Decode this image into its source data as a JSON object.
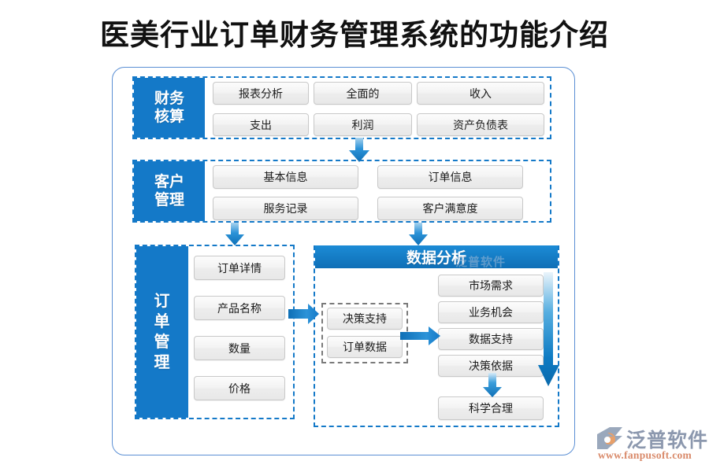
{
  "title": "医美行业订单财务管理系统的功能介绍",
  "sections": [
    {
      "key": "finance",
      "label": "财务",
      "label2": "核算",
      "items": [
        "报表分析",
        "全面的",
        "收入",
        "支出",
        "利润",
        "资产负债表"
      ]
    },
    {
      "key": "customer",
      "label": "客户",
      "label2": "管理",
      "items": [
        "基本信息",
        "订单信息",
        "服务记录",
        "客户满意度"
      ]
    },
    {
      "key": "order",
      "label": "订单管理",
      "chars": [
        "订",
        "单",
        "管",
        "理"
      ],
      "items": [
        "订单详情",
        "产品名称",
        "数量",
        "价格"
      ]
    }
  ],
  "analysis": {
    "header": "数据分析",
    "inputs": [
      "决策支持",
      "订单数据"
    ],
    "outputs": [
      "市场需求",
      "业务机会",
      "数据支持",
      "决策依据"
    ],
    "result": "科学合理"
  },
  "icons": {
    "arrow_down": "arrow-down-icon",
    "arrow_right": "arrow-right-icon",
    "logo_mark": "fanpu-logo-icon"
  },
  "watermark": {
    "text": "泛普软件"
  },
  "logo": {
    "name": "泛普软件",
    "url": "www.fanpusoft.com"
  },
  "colors": {
    "accent": "#1479C8",
    "frame": "#5B8FD4",
    "box_border": "#C8C8C8",
    "dashed_gray": "#7A7A7A"
  }
}
